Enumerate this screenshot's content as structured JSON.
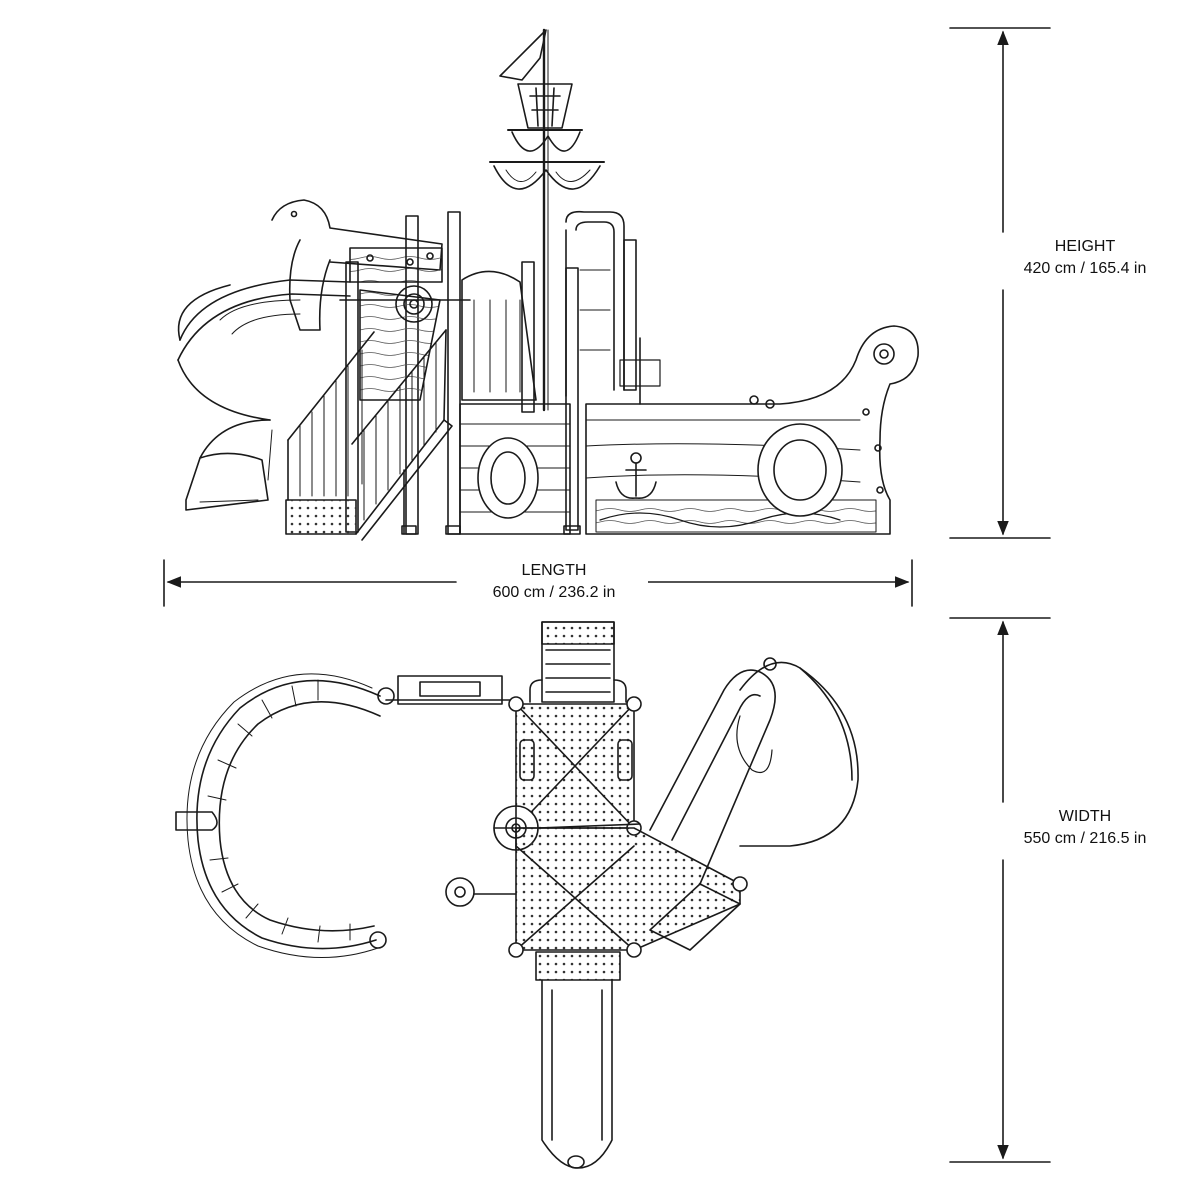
{
  "dimensions": {
    "height": {
      "caption": "HEIGHT",
      "value": "420 cm / 165.4 in"
    },
    "length": {
      "caption": "LENGTH",
      "value": "600 cm / 236.2 in"
    },
    "width": {
      "caption": "WIDTH",
      "value": "550 cm / 216.5 in"
    }
  },
  "colors": {
    "line": "#1a1a1a",
    "background": "#ffffff"
  }
}
